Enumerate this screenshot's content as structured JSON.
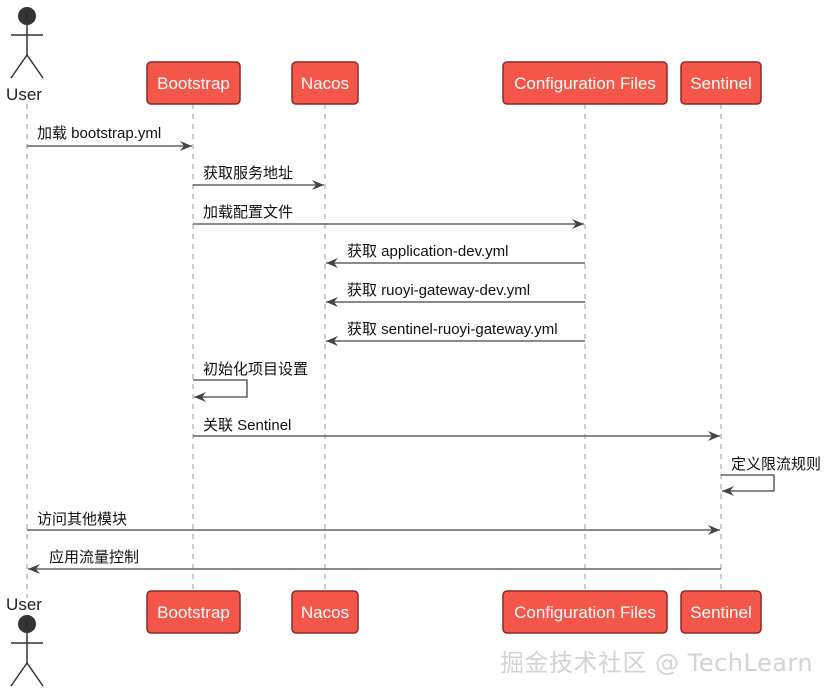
{
  "actor": {
    "label": "User"
  },
  "participants": [
    {
      "id": "bootstrap",
      "label": "Bootstrap"
    },
    {
      "id": "nacos",
      "label": "Nacos"
    },
    {
      "id": "config",
      "label": "Configuration Files"
    },
    {
      "id": "sentinel",
      "label": "Sentinel"
    }
  ],
  "messages": [
    {
      "from": "user",
      "to": "bootstrap",
      "label": "加载 bootstrap.yml"
    },
    {
      "from": "bootstrap",
      "to": "nacos",
      "label": "获取服务地址"
    },
    {
      "from": "bootstrap",
      "to": "config",
      "label": "加载配置文件"
    },
    {
      "from": "config",
      "to": "nacos",
      "label": "获取 application-dev.yml"
    },
    {
      "from": "config",
      "to": "nacos",
      "label": "获取 ruoyi-gateway-dev.yml"
    },
    {
      "from": "config",
      "to": "nacos",
      "label": "获取 sentinel-ruoyi-gateway.yml"
    },
    {
      "from": "bootstrap",
      "to": "bootstrap",
      "label": "初始化项目设置"
    },
    {
      "from": "bootstrap",
      "to": "sentinel",
      "label": "关联 Sentinel"
    },
    {
      "from": "sentinel",
      "to": "sentinel",
      "label": "定义限流规则"
    },
    {
      "from": "user",
      "to": "sentinel",
      "label": "访问其他模块"
    },
    {
      "from": "sentinel",
      "to": "user",
      "label": "应用流量控制"
    }
  ],
  "colors": {
    "participant_fill": "#f4574a",
    "participant_border": "#8b2a23",
    "participant_text": "#ffffff",
    "lifeline": "#999999",
    "arrow": "#444444",
    "actor": "#333333"
  },
  "watermark": "掘金技术社区 @ TechLearn"
}
